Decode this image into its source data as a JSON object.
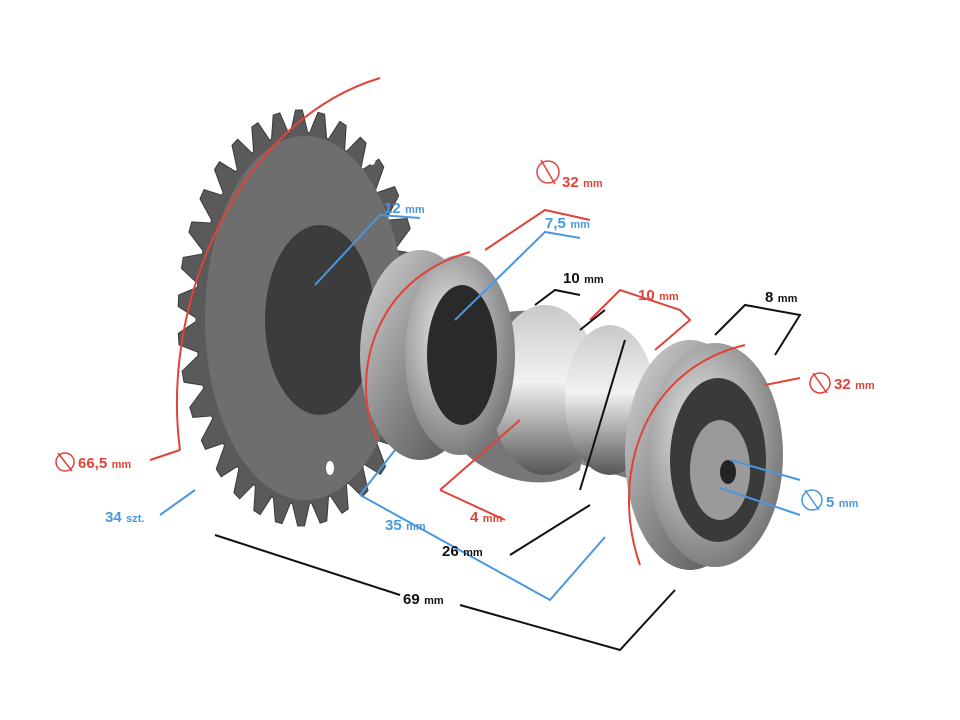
{
  "colors": {
    "red": "#e0433a",
    "blue": "#4a97e0",
    "black": "#111111",
    "metal": "#9a9a9a"
  },
  "icons": {
    "diameter": "diameter-symbol"
  },
  "labels": {
    "sprocket_diameter": {
      "value": "66,5",
      "unit": "mm",
      "diameter": true
    },
    "teeth_count": {
      "value": "34",
      "unit": "szt."
    },
    "hub_width": {
      "value": "12",
      "unit": "mm"
    },
    "left_bearing_diameter": {
      "value": "32",
      "unit": "mm",
      "diameter": true
    },
    "left_bearing_inner": {
      "value": "7,5",
      "unit": "mm"
    },
    "cam_width_1": {
      "value": "10",
      "unit": "mm"
    },
    "cam_width_2": {
      "value": "10",
      "unit": "mm"
    },
    "right_bearing_width": {
      "value": "8",
      "unit": "mm"
    },
    "right_bearing_diameter": {
      "value": "32",
      "unit": "mm",
      "diameter": true
    },
    "bore_diameter": {
      "value": "5",
      "unit": "mm",
      "diameter": true
    },
    "cam_lift": {
      "value": "4",
      "unit": "mm"
    },
    "length_26": {
      "value": "26",
      "unit": "mm"
    },
    "length_35": {
      "value": "35",
      "unit": "mm"
    },
    "total_length": {
      "value": "69",
      "unit": "mm"
    }
  }
}
